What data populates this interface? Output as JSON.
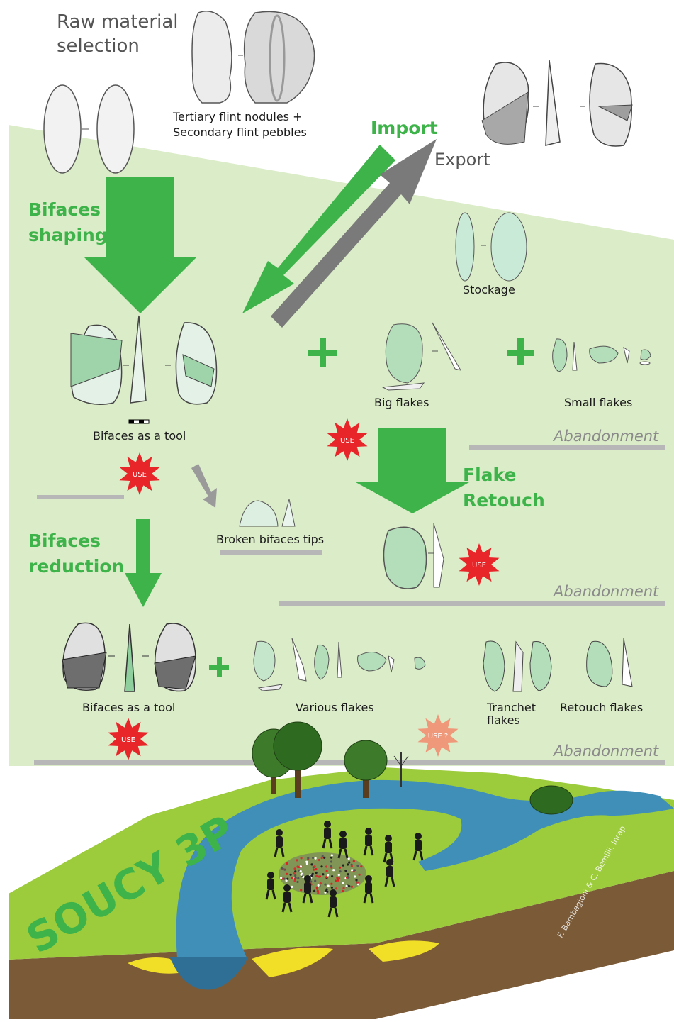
{
  "colors": {
    "panel": "#dbecc8",
    "accent_green": "#3db34a",
    "export_grey": "#7a7a7a",
    "abandonment_line": "#b7b7b7",
    "use_red": "#e8262a",
    "use_uncertain": "#f0997a",
    "river": "#3f8fb8",
    "ground": "#9ccb3c",
    "soil": "#7a5a37",
    "sediment_yellow": "#f1de27"
  },
  "labels": {
    "raw_material": "Raw material\nselection",
    "nodules": "Tertiary flint nodules +\nSecondary flint pebbles",
    "import": "Import",
    "export": "Export",
    "bifaces_shaping": "Bifaces\nshaping",
    "stockage": "Stockage",
    "big_flakes": "Big flakes",
    "small_flakes": "Small flakes",
    "bifaces_tool_1": "Bifaces as a tool",
    "abandonment_1": "Abandonment",
    "flake_retouch": "Flake\nRetouch",
    "broken_tips": "Broken bifaces tips",
    "bifaces_reduction": "Bifaces\nreduction",
    "abandonment_2": "Abandonment",
    "bifaces_tool_2": "Bifaces as a tool",
    "various_flakes": "Various flakes",
    "tranchet_flakes": "Tranchet\nflakes",
    "retouch_flakes": "Retouch flakes",
    "abandonment_3": "Abandonment",
    "site_name": "SOUCY 3P",
    "credit": "F. Bambagioni & C. Bemilli, Inrap"
  },
  "markers": {
    "use": "USE",
    "use_uncertain": "USE ?",
    "plus": "+",
    "dash": "–"
  },
  "icons": [
    "use-starburst-icon",
    "plus-icon",
    "tree-icon",
    "scale-bar-icon"
  ]
}
